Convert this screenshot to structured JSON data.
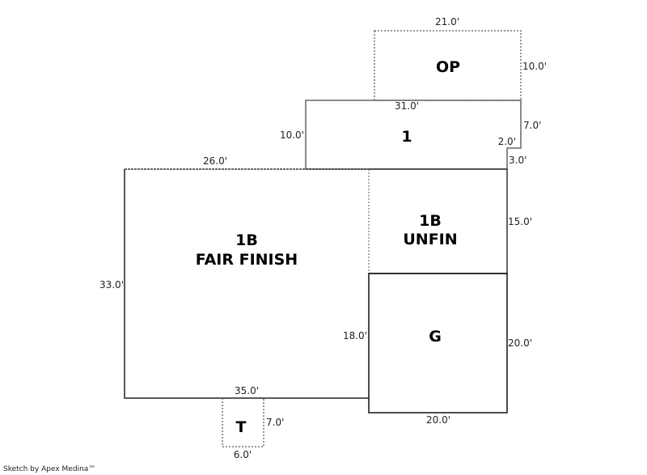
{
  "areas": {
    "op": {
      "label": "OP",
      "dims": {
        "top": "21.0'",
        "right": "10.0'"
      }
    },
    "first_floor": {
      "label": "1",
      "dims": {
        "top": "31.0'",
        "left": "10.0'",
        "right_upper": "7.0'",
        "step": "2.0'",
        "right_lower": "3.0'"
      }
    },
    "basement_finished": {
      "label_line1": "1B",
      "label_line2": "FAIR FINISH",
      "dims": {
        "top": "26.0'",
        "left": "33.0'",
        "bottom": "35.0'"
      }
    },
    "basement_unfinished": {
      "label_line1": "1B",
      "label_line2": "UNFIN",
      "dims": {
        "right": "15.0'"
      }
    },
    "garage": {
      "label": "G",
      "dims": {
        "left": "18.0'",
        "right": "20.0'",
        "bottom": "20.0'"
      }
    },
    "t": {
      "label": "T",
      "dims": {
        "right": "7.0'",
        "bottom": "6.0'"
      }
    }
  },
  "credit": "Sketch by Apex Medina™"
}
